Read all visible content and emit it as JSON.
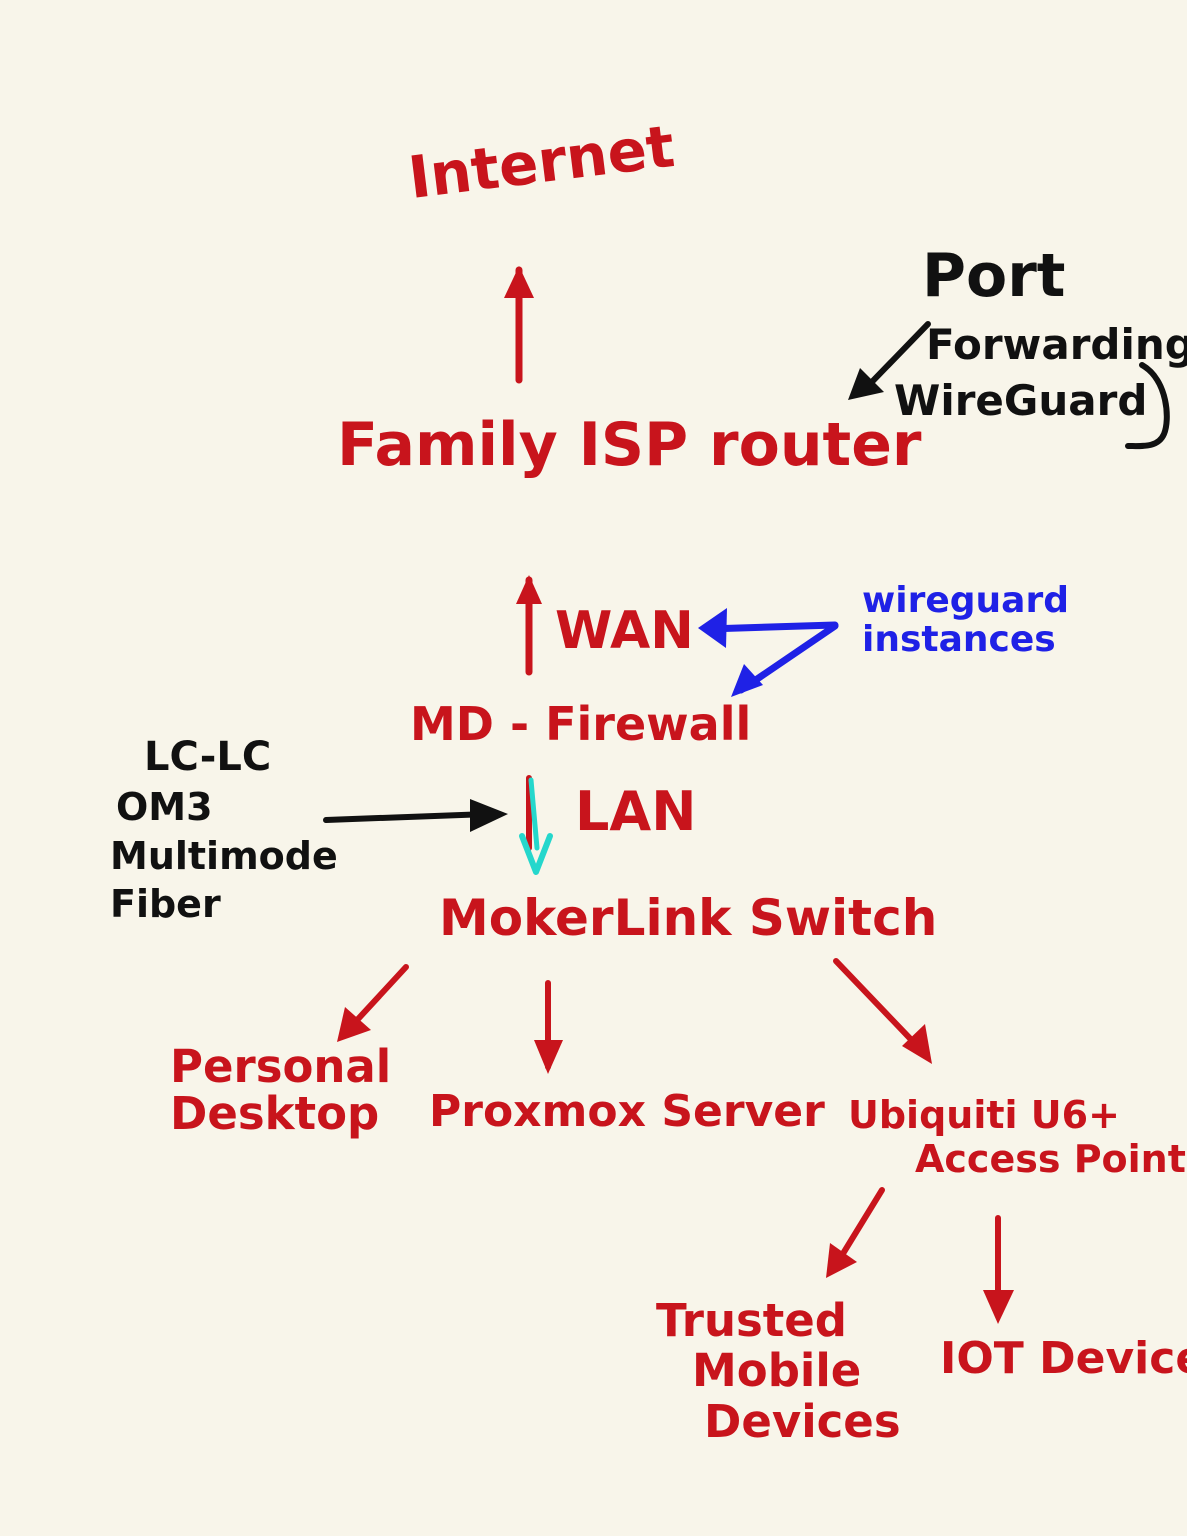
{
  "colors": {
    "background": "#f8f5ea",
    "red": "#c8141c",
    "black": "#111111",
    "blue": "#1f21e6",
    "cyan": "#25d7cc"
  },
  "nodes": {
    "internet": "Internet",
    "isp_router": "Family ISP router",
    "wan": "WAN",
    "firewall": "MD - Firewall",
    "lan": "LAN",
    "switch": "MokerLink Switch",
    "desktop_line1": "Personal",
    "desktop_line2": "Desktop",
    "proxmox": "Proxmox Server",
    "ap_line1": "Ubiquiti U6+",
    "ap_line2": "Access Point",
    "trusted_line1": "Trusted",
    "trusted_line2": "Mobile",
    "trusted_line3": "Devices",
    "iot": "IOT Devices"
  },
  "annotations": {
    "port_forwarding_line1": "Port",
    "port_forwarding_line2": "Forwarding",
    "port_forwarding_line3": "WireGuard",
    "wireguard_line1": "wireguard",
    "wireguard_line2": "instances",
    "fiber_line1": "LC-LC",
    "fiber_line2": "OM3",
    "fiber_line3": "Multimode",
    "fiber_line4": "Fiber"
  }
}
